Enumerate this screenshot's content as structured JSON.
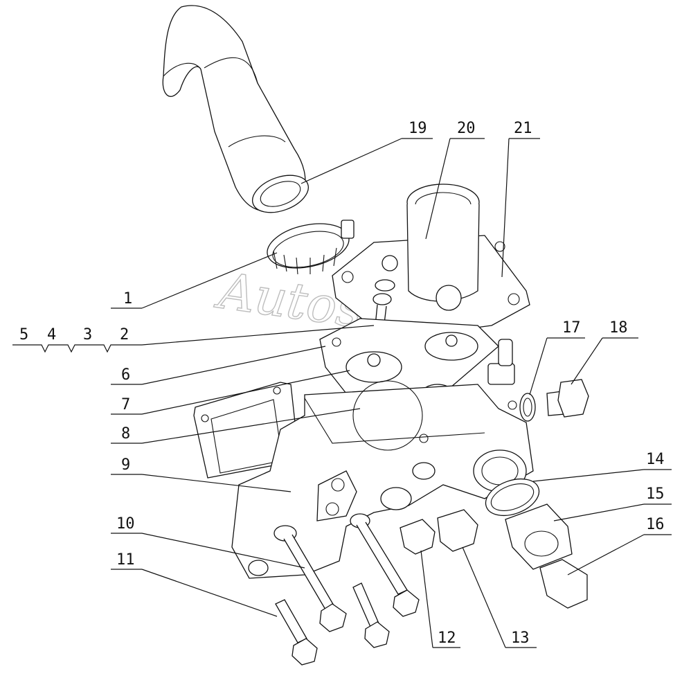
{
  "diagram": {
    "watermark": "Autosoft",
    "callouts": [
      {
        "id": "c1",
        "text": "1"
      },
      {
        "id": "c2",
        "text": "2"
      },
      {
        "id": "c3",
        "text": "3"
      },
      {
        "id": "c4",
        "text": "4"
      },
      {
        "id": "c5",
        "text": "5"
      },
      {
        "id": "c6",
        "text": "6"
      },
      {
        "id": "c7",
        "text": "7"
      },
      {
        "id": "c8",
        "text": "8"
      },
      {
        "id": "c9",
        "text": "9"
      },
      {
        "id": "c10",
        "text": "10"
      },
      {
        "id": "c11",
        "text": "11"
      },
      {
        "id": "c12",
        "text": "12"
      },
      {
        "id": "c13",
        "text": "13"
      },
      {
        "id": "c14",
        "text": "14"
      },
      {
        "id": "c15",
        "text": "15"
      },
      {
        "id": "c16",
        "text": "16"
      },
      {
        "id": "c17",
        "text": "17"
      },
      {
        "id": "c18",
        "text": "18"
      },
      {
        "id": "c19",
        "text": "19"
      },
      {
        "id": "c20",
        "text": "20"
      },
      {
        "id": "c21",
        "text": "21"
      }
    ]
  }
}
